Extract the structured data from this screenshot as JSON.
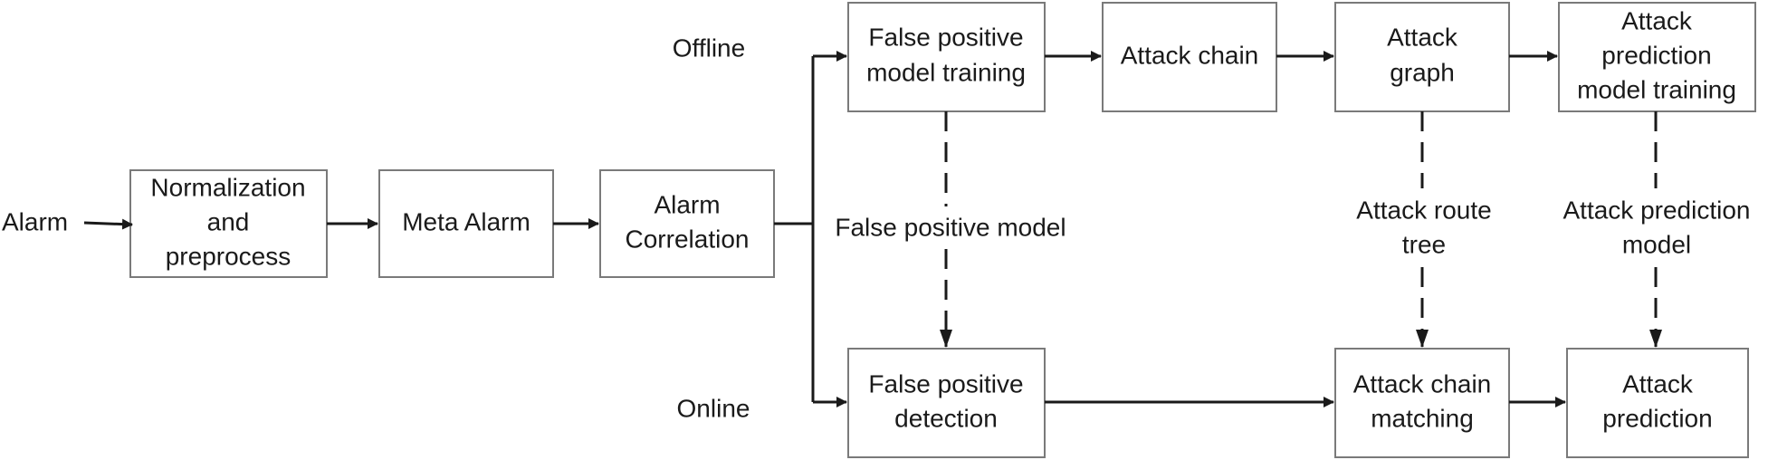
{
  "labels": {
    "alarm": "Alarm",
    "offline": "Offline",
    "online": "Online",
    "false_positive_model": "False positive model",
    "attack_route_tree": [
      "Attack route",
      "tree"
    ],
    "attack_prediction_model": [
      "Attack prediction",
      "model"
    ]
  },
  "boxes": {
    "normalization": [
      "Normalization",
      "and",
      "preprocess"
    ],
    "meta_alarm": [
      "Meta Alarm"
    ],
    "alarm_correlation": [
      "Alarm",
      "Correlation"
    ],
    "fp_training": [
      "False positive",
      "model training"
    ],
    "attack_chain": [
      "Attack chain"
    ],
    "attack_graph": [
      "Attack",
      "graph"
    ],
    "ap_training": [
      "Attack",
      "prediction",
      "model training"
    ],
    "fp_detection": [
      "False positive",
      "detection"
    ],
    "chain_matching": [
      "Attack chain",
      "matching"
    ],
    "attack_prediction": [
      "Attack",
      "prediction"
    ]
  }
}
